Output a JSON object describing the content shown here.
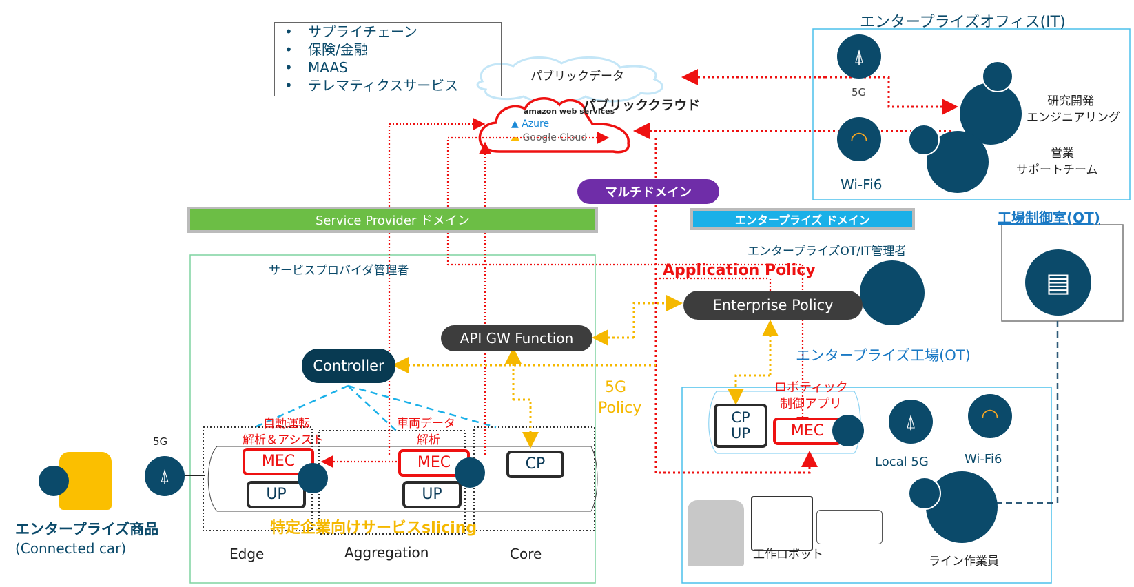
{
  "use_cases": {
    "items": [
      "サプライチェーン",
      "保険/金融",
      "MAAS",
      "テレマティクスサービス"
    ]
  },
  "cloud": {
    "public_data": "パブリックデータ",
    "public_cloud": "パブリッククラウド",
    "providers": [
      "amazon web services",
      "Azure",
      "Google Cloud"
    ]
  },
  "office": {
    "title": "エンタープライズオフィス(IT)",
    "g5_label": "5G",
    "wifi_label": "Wi-Fi6",
    "rnd_line1": "研究開発",
    "rnd_line2": "エンジニアリング",
    "sales_line1": "営業",
    "sales_line2": "サポートチーム"
  },
  "domains": {
    "multi": "マルチドメイン",
    "service_provider": "Service Provider ドメイン",
    "enterprise": "エンタープライズ ドメイン"
  },
  "sp": {
    "admin": "サービスプロバイダ管理者",
    "controller": "Controller",
    "api_gw": "API GW Function",
    "mec_edge_label1": "自動運転",
    "mec_edge_label2": "解析＆アシスト",
    "mec_agg_label1": "車両データ",
    "mec_agg_label2": "解析",
    "mec": "MEC",
    "up": "UP",
    "cp": "CP",
    "slicing": "特定企業向けサービスslicing",
    "segments": [
      "Edge",
      "Aggregation",
      "Core"
    ],
    "g5_label": "5G",
    "policy_line1": "5G",
    "policy_line2": "Policy"
  },
  "enterprise": {
    "admin": "エンタープライズOT/IT管理者",
    "app_policy": "Application Policy",
    "ent_policy": "Enterprise Policy",
    "factory_title": "エンタープライズ工場(OT)",
    "robotic_line1": "ロボティック",
    "robotic_line2": "制御アプリ",
    "cp": "CP",
    "up": "UP",
    "mec": "MEC",
    "local5g": "Local 5G",
    "wifi": "Wi-Fi6",
    "robot": "工作ロボット",
    "workers": "ライン作業員",
    "control_room": "工場制御室(OT)"
  },
  "product": {
    "line1": "エンタープライズ商品",
    "line2": "(Connected car)"
  },
  "colors": {
    "navy": "#0b4a6a",
    "red": "#ee1111",
    "amber": "#f5b800",
    "green": "#6cbe45",
    "cyan": "#1ab0e8",
    "purple": "#6f2da8",
    "pill_dark": "#3d3d3d",
    "controller": "#083a52"
  }
}
